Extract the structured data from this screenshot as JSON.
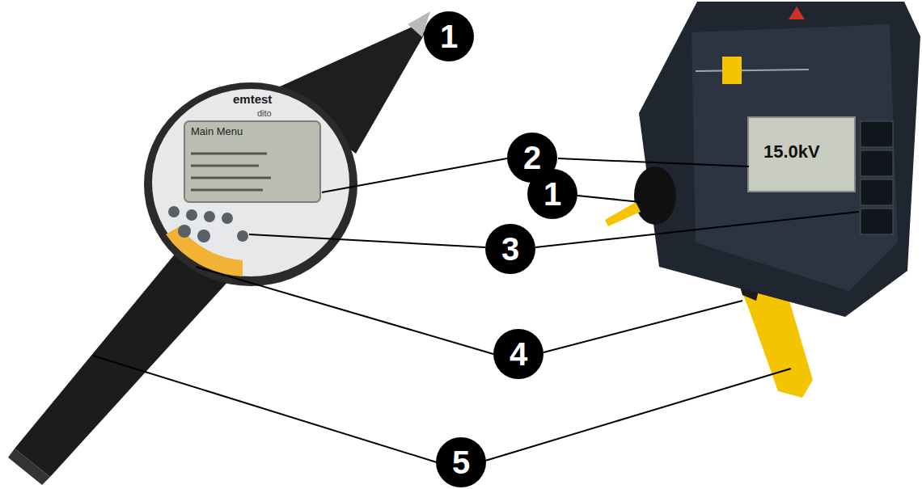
{
  "diagram": {
    "labels": [
      "1",
      "2",
      "1",
      "3",
      "4",
      "5",
      "emtest",
      "dito",
      "Main Menu",
      "15.0kV"
    ]
  }
}
